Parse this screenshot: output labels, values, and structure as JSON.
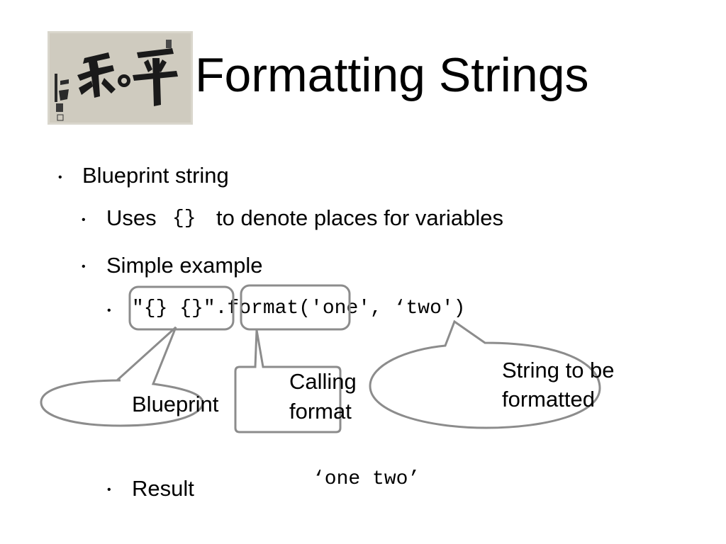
{
  "slide": {
    "title": "Formatting Strings",
    "bullets": {
      "level1": "Blueprint string",
      "uses_prefix": "Uses",
      "uses_code": "{}",
      "uses_suffix": "to denote places for variables",
      "simple_example": "Simple example",
      "code_line": "\"{} {}\".format('one', ‘two')",
      "result_label": "Result",
      "result_value": "‘one two’"
    },
    "callouts": {
      "blueprint": "Blueprint",
      "calling_line1": "Calling",
      "calling_line2": "format",
      "string_line1": "String to be",
      "string_line2": "formatted"
    },
    "bullet_glyph": "•",
    "logo_icon": "calligraphy-scroll-image"
  }
}
